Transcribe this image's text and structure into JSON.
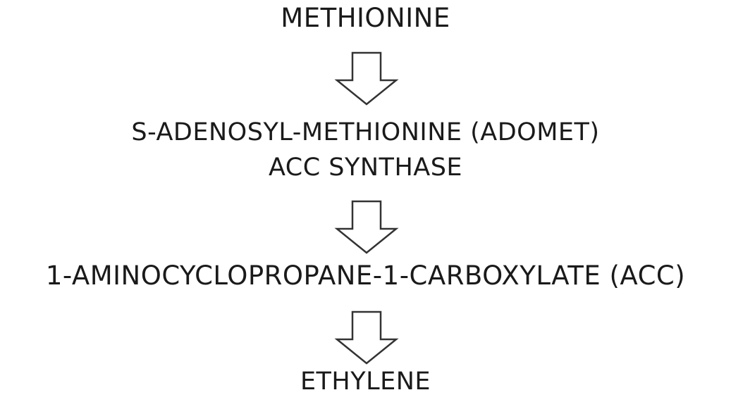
{
  "pathway": {
    "methionine": "METHIONINE",
    "adomet": "S-ADENOSYL-METHIONINE (ADOMET)",
    "enzyme": "ACC SYNTHASE",
    "acc": "1-AMINOCYCLOPROPANE-1-CARBOXYLATE (ACC)",
    "ethylene": "ETHYLENE"
  },
  "arrows": [
    {
      "icon": "down-arrow-icon"
    },
    {
      "icon": "down-arrow-icon"
    },
    {
      "icon": "down-arrow-icon"
    }
  ],
  "colors": {
    "text": "#1a1a1a",
    "arrow_stroke": "#333333",
    "background": "#ffffff"
  }
}
